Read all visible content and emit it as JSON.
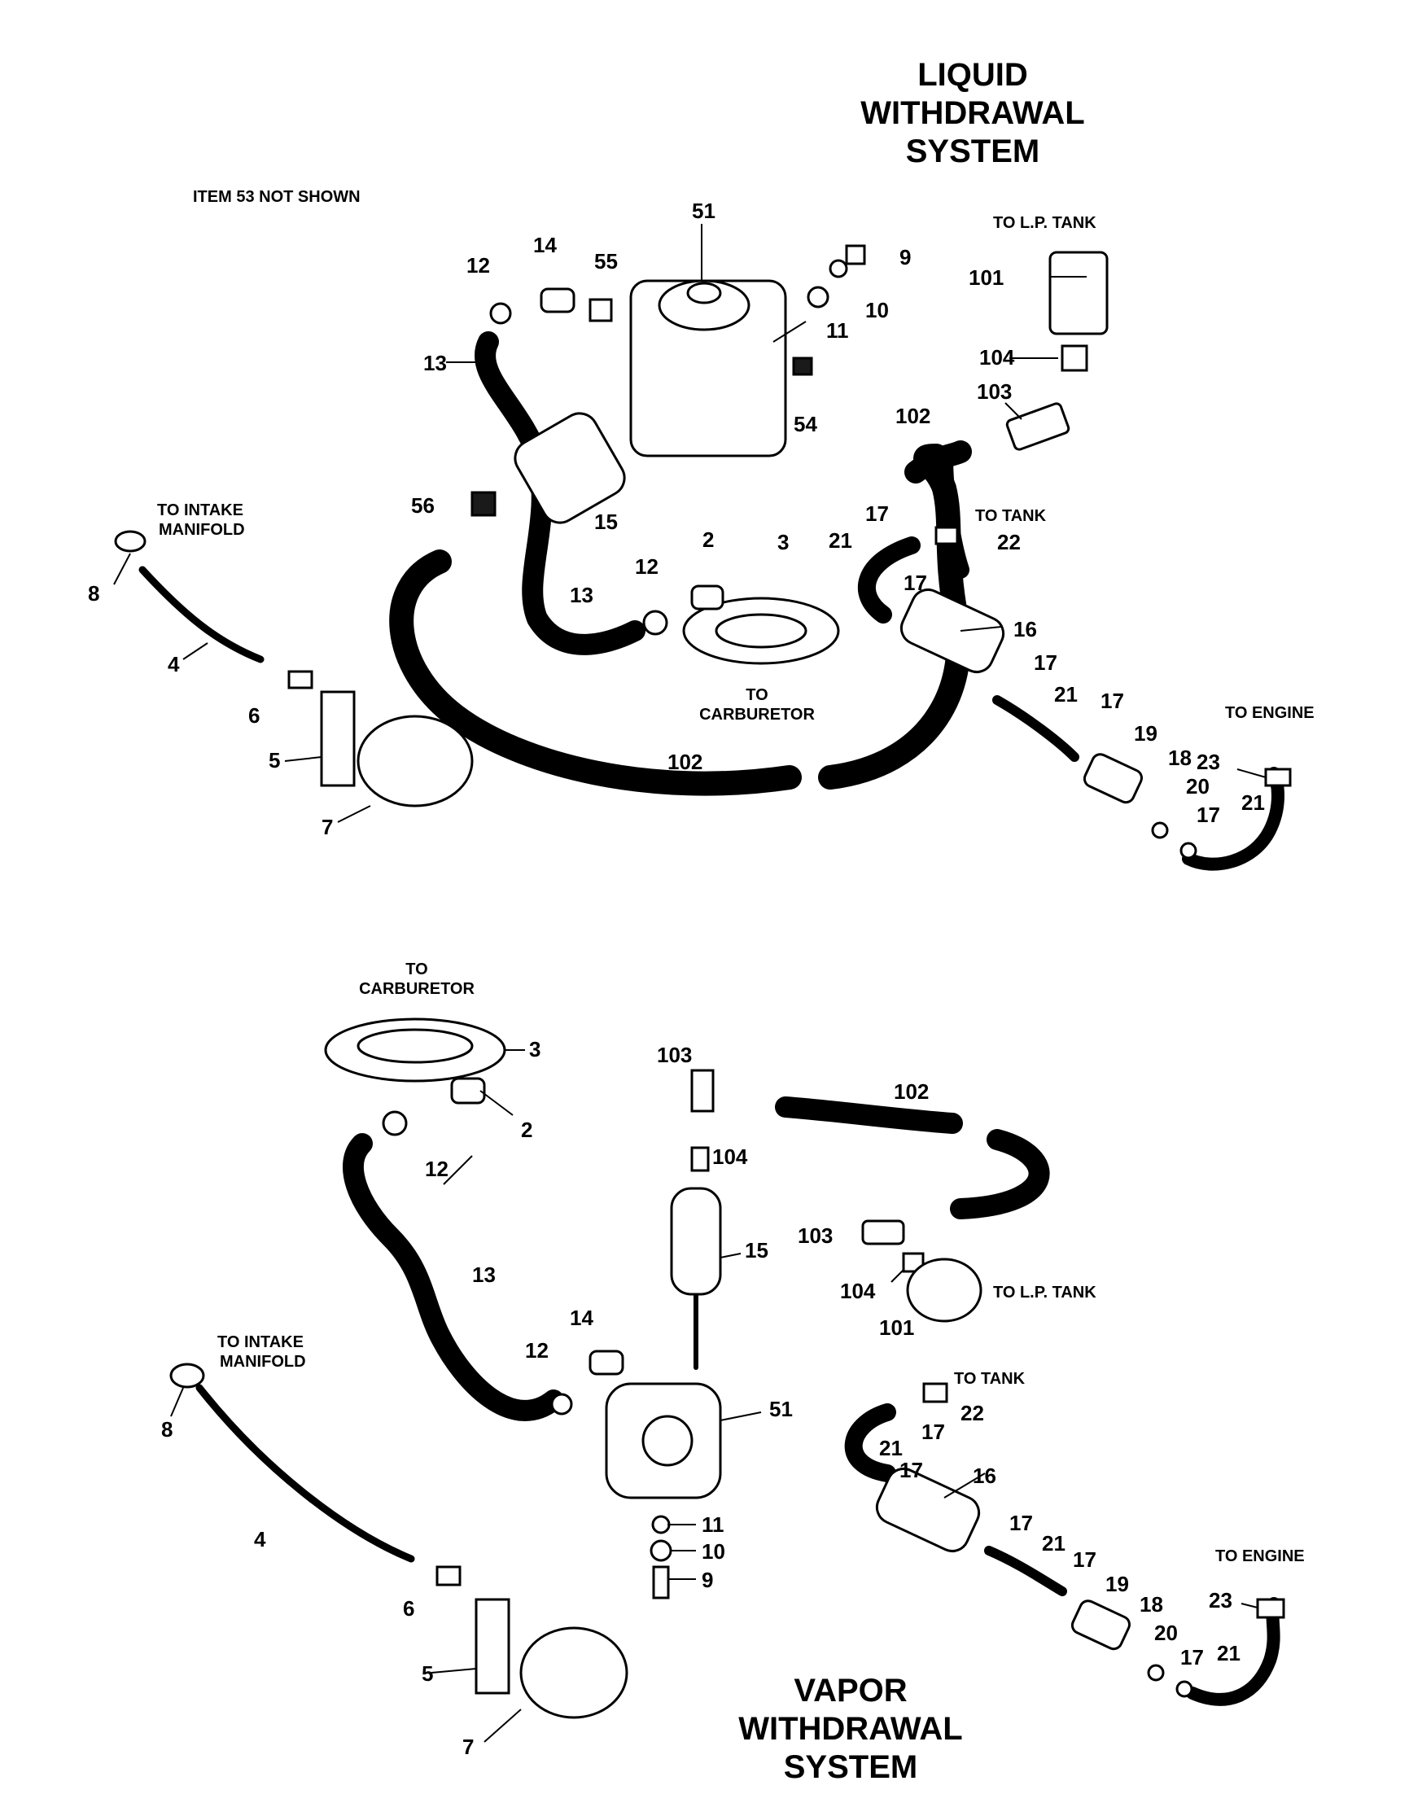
{
  "liquid": {
    "title_lines": [
      "LIQUID",
      "WITHDRAWAL",
      "SYSTEM"
    ],
    "note": "ITEM 53 NOT SHOWN",
    "callouts": {
      "c51": "51",
      "c9": "9",
      "c10": "10",
      "c11": "11",
      "c12a": "12",
      "c14": "14",
      "c55": "55",
      "c13a": "13",
      "c54": "54",
      "c15": "15",
      "c56": "56",
      "c13b": "13",
      "c12b": "12",
      "c2": "2",
      "c3": "3",
      "c101": "101",
      "c104": "104",
      "c103": "103",
      "c102a": "102",
      "c17a": "17",
      "c21a": "21",
      "c22": "22",
      "c17b": "17",
      "c16": "16",
      "c17c": "17",
      "c21b": "21",
      "c17d": "17",
      "c19": "19",
      "c18": "18",
      "c23": "23",
      "c20": "20",
      "c17e": "17",
      "c21c": "21",
      "c8": "8",
      "c4": "4",
      "c6": "6",
      "c5": "5",
      "c7": "7",
      "c102b": "102"
    },
    "notes": {
      "to_lp_tank": "TO L.P. TANK",
      "to_tank": "TO TANK",
      "to_engine": "TO ENGINE",
      "to_intake_1": "TO INTAKE",
      "to_intake_2": "MANIFOLD",
      "to_carb_1": "TO",
      "to_carb_2": "CARBURETOR"
    }
  },
  "vapor": {
    "title_lines": [
      "VAPOR",
      "WITHDRAWAL",
      "SYSTEM"
    ],
    "callouts": {
      "c3": "3",
      "c2": "2",
      "c12a": "12",
      "c13": "13",
      "c103a": "103",
      "c102": "102",
      "c104a": "104",
      "c15": "15",
      "c103b": "103",
      "c104b": "104",
      "c101": "101",
      "c14": "14",
      "c12b": "12",
      "c51": "51",
      "c11": "11",
      "c10": "10",
      "c9": "9",
      "c8": "8",
      "c4": "4",
      "c6": "6",
      "c5": "5",
      "c7": "7",
      "c22": "22",
      "c17a": "17",
      "c21a": "21",
      "c17b": "17",
      "c16": "16",
      "c17c": "17",
      "c21b": "21",
      "c17d": "17",
      "c19": "19",
      "c18": "18",
      "c23": "23",
      "c20": "20",
      "c17e": "17",
      "c21c": "21"
    },
    "notes": {
      "to_carb_1": "TO",
      "to_carb_2": "CARBURETOR",
      "to_lp_tank": "TO L.P. TANK",
      "to_tank": "TO TANK",
      "to_engine": "TO ENGINE",
      "to_intake_1": "TO INTAKE",
      "to_intake_2": "MANIFOLD"
    }
  }
}
